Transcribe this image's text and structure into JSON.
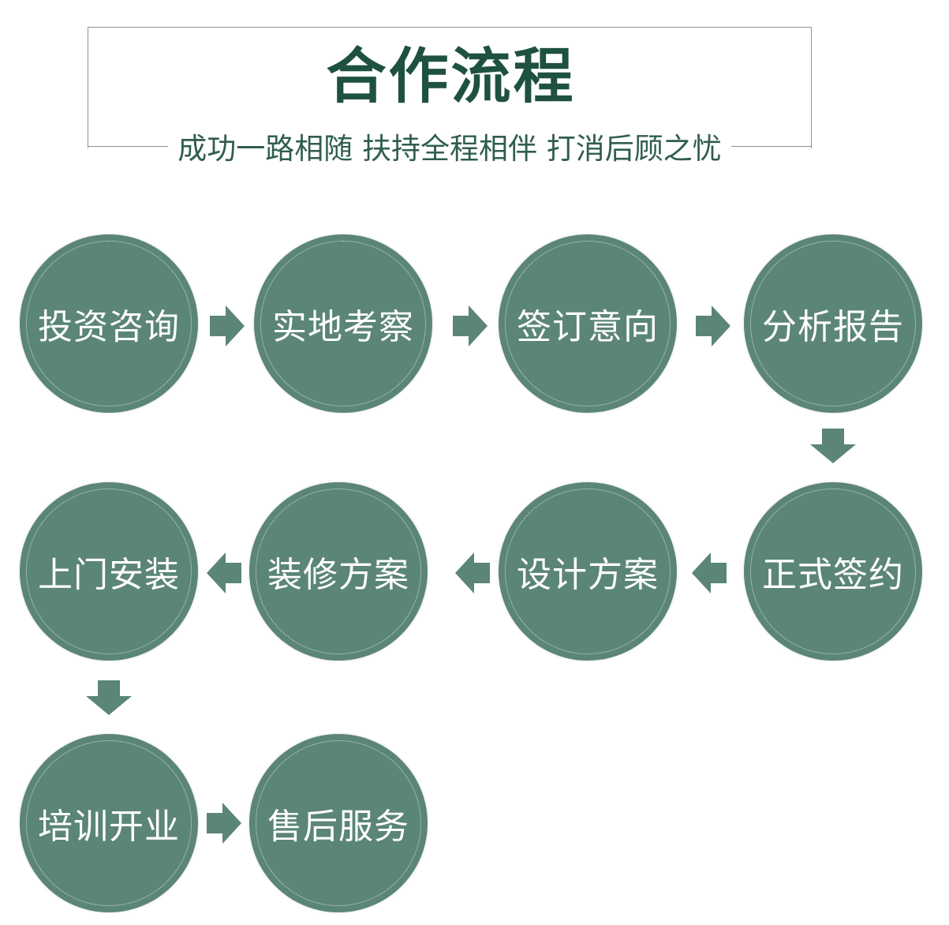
{
  "header": {
    "title": "合作流程",
    "subtitle": "成功一路相随 扶持全程相伴 打消后顾之忧"
  },
  "steps": [
    {
      "label": "投资咨询"
    },
    {
      "label": "实地考察"
    },
    {
      "label": "签订意向"
    },
    {
      "label": "分析报告"
    },
    {
      "label": "正式签约"
    },
    {
      "label": "设计方案"
    },
    {
      "label": "装修方案"
    },
    {
      "label": "上门安装"
    },
    {
      "label": "培训开业"
    },
    {
      "label": "售后服务"
    }
  ],
  "colors": {
    "circle": "#5b8577",
    "title": "#1f5140",
    "subtitle": "#2f5e4c",
    "frame": "#8f948f"
  }
}
